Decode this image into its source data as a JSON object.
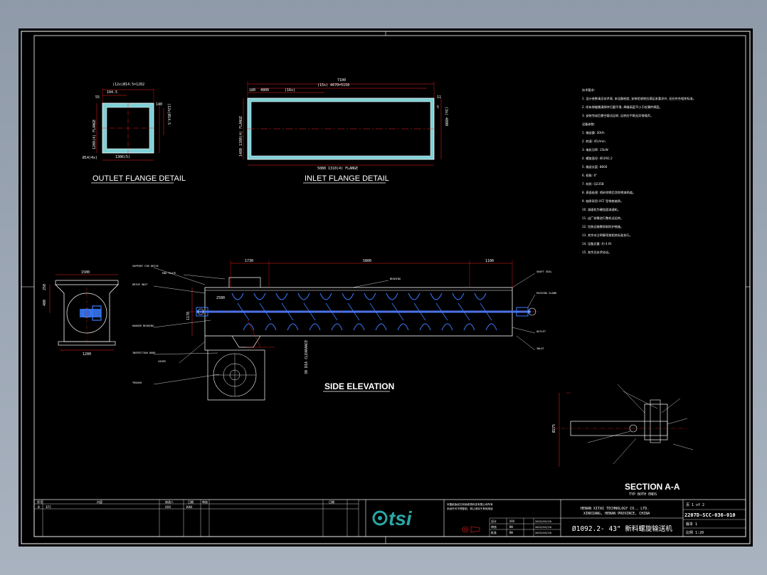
{
  "colors": {
    "background": "#000000",
    "frame": "#ffffff",
    "dimension": "#ff0000",
    "screw": "#3a7bff",
    "flange_fill": "#7fd0d6",
    "logo": "#2aa7a7"
  },
  "views": {
    "outlet_flange": {
      "title": "OUTLET FLANGE DETAIL",
      "dims": [
        "(12x)Ø14.5=1202",
        "104.5",
        "1208(4) FLANGE",
        "(12x)Ø14.5",
        "55",
        "140",
        "1306(5)",
        "Ø14(4x)"
      ]
    },
    "inlet_flange": {
      "title": "INLET FLANGE DETAIL",
      "dims": [
        "7100",
        "(15x) 4670=5150",
        "180",
        "4800",
        "(16x)",
        "1480 1380(4) FLANGE",
        "5080 1310(4) FLANGE",
        "(3x) 4800",
        "11",
        "5"
      ]
    },
    "side_elevation": {
      "title": "SIDE ELEVATION",
      "dims": [
        "1730",
        "5800",
        "1100",
        "1170",
        "2580",
        "30 DIA CLEARANCE"
      ]
    },
    "section_aa": {
      "title": "SECTION A-A",
      "subtitle": "TYP BOTH ENDS",
      "dims": [
        "Ø275"
      ]
    },
    "end_view": {
      "dims": [
        "1500",
        "1200",
        "250",
        "400"
      ]
    }
  },
  "notes": [
    "技术要求:",
    "1. 设计参数请见技术表, 本设备制造, 安装验收除应满足本要求外, 还应符合相关标准。",
    "2. 所有焊缝需满焊并打磨平滑, 焊缝高度不小于较薄件厚度。",
    "3. 安装完成后需空载试运转, 运转应平稳无异常噪声。",
    "设备参数:",
    "1. 输送量: 30t/h",
    "2. 转速: 45r/min",
    "3. 电机功率: 15kW",
    "4. 螺旋直径: Ø1092.2",
    "5. 输送长度: 8600",
    "6. 倾角: 0°",
    "7. 材质: Q235B",
    "8. 表面处理: 喷砂除锈后涂防锈漆两道。",
    "9. 轴承采用 UCF 型带座轴承。",
    "10. 减速机为硬齿面减速机。",
    "11. 出厂前需进行整机试运转。",
    "12. 包装运输需采取防护措施。",
    "13. 其余未注明事项按相关标准执行。",
    "14. 设备总重: 约 4.6t",
    "15. 其余见技术协议。"
  ],
  "callouts": [
    "SUPPORT FOR DRIVE",
    "DRIVE UNIT",
    "HANGER BEARING",
    "INSPECTION DOOR",
    "TROUGH",
    "END PLATE",
    "SHAFT SEAL",
    "PACKING GLAND",
    "OUTLET",
    "INLET",
    "BEARING",
    "COVER"
  ],
  "title_block": {
    "revision_headers": [
      "序号",
      "内容",
      "修改人",
      "日期",
      "审核",
      "日期"
    ],
    "revision_row": [
      "0",
      "IFC",
      "XXX",
      "KAH"
    ],
    "logo_text": "tsi",
    "company": [
      "HENAN XITAI TECHNOLOGY CO., LTD.",
      "XINXIANG, HENAN PROVINCE, CHINA"
    ],
    "drawing_title": "Ø1092.2- 43\" 新料螺旋输送机",
    "sign_labels": [
      "设计",
      "审核",
      "批准"
    ],
    "sign_names": [
      "XXX",
      "DW",
      "DW"
    ],
    "dates": [
      "2023/03/20",
      "2023/03/20",
      "2023/03/20"
    ],
    "sheet": "页 1 of 2",
    "drawing_no": "2207D-SCC-036-010",
    "revision": "版本 1",
    "scale": "比例 1:20"
  }
}
